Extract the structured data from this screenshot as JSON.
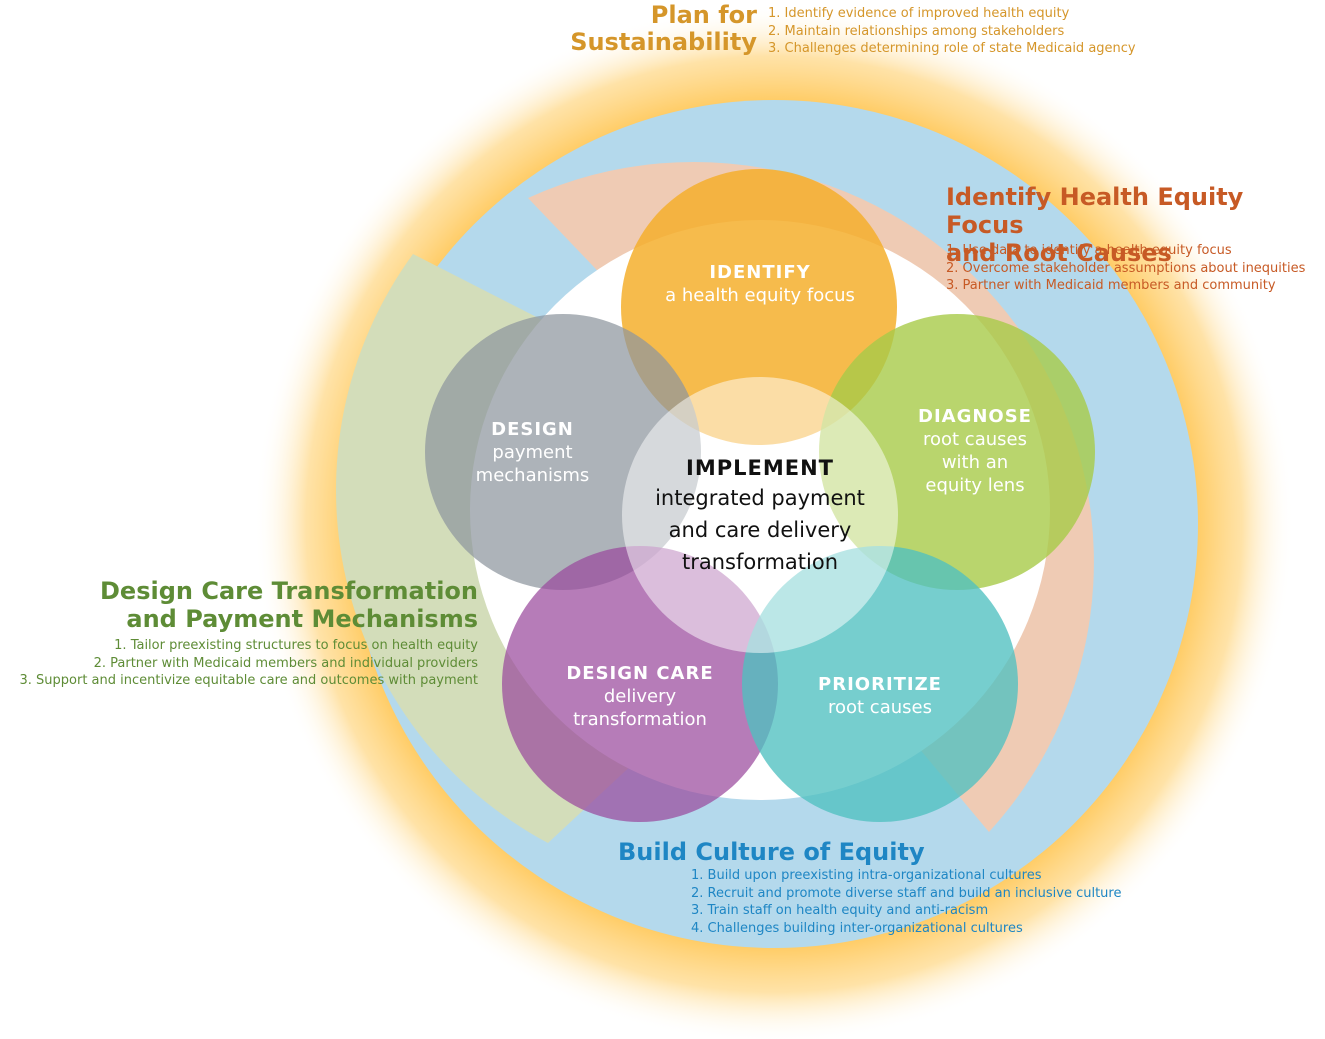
{
  "sustainability": {
    "title": "Plan for\nSustainability",
    "items": [
      "1. Identify evidence of improved health equity",
      "2. Maintain relationships among stakeholders",
      "3. Challenges determining role of state Medicaid agency"
    ]
  },
  "identify_focus": {
    "title": "Identify Health Equity Focus\nand Root Causes",
    "items": [
      "1.  Use data to identify a health equity focus",
      "2.  Overcome stakeholder assumptions about inequities",
      "3.  Partner with Medicaid members and community"
    ]
  },
  "design_care": {
    "title": "Design Care Transformation\nand Payment Mechanisms",
    "items": [
      "1. Tailor preexisting structures to focus on health equity",
      "2. Partner with Medicaid members and individual providers",
      "3. Support and incentivize equitable care and outcomes with payment"
    ]
  },
  "culture": {
    "title": "Build Culture of Equity",
    "items": [
      "1. Build upon preexisting intra-organizational cultures",
      "2.  Recruit and promote diverse staff and build an inclusive culture",
      "3. Train staff on health equity and anti-racism",
      "4. Challenges building inter-organizational cultures"
    ]
  },
  "circles": {
    "identify": {
      "title": "IDENTIFY",
      "sub": "a health equity focus",
      "color": "#F4AF2D"
    },
    "design": {
      "title": "DESIGN",
      "sub": "payment\nmechanisms",
      "color": "#8E959E"
    },
    "diagnose": {
      "title": "DIAGNOSE",
      "sub": "root causes\nwith an\nequity lens",
      "color": "#A8CB48"
    },
    "design_care": {
      "title": "DESIGN CARE",
      "sub": "delivery\ntransformation",
      "color": "#9A4A9D"
    },
    "prioritize": {
      "title": "PRIORITIZE",
      "sub": "root causes",
      "color": "#4FC0C0"
    },
    "implement": {
      "title": "IMPLEMENT",
      "sub": "integrated payment\nand care delivery\ntransformation",
      "color": "#E8E8E8"
    }
  },
  "colors": {
    "glow": "#FFC85A",
    "outer_ring": "#B4D9EC",
    "orange_band": "#EFCBB4",
    "green_band": "#D3DDBA",
    "sustainability": "#D5962A",
    "identify": "#C75A25",
    "design": "#5E8C36",
    "culture": "#1E86C4"
  }
}
